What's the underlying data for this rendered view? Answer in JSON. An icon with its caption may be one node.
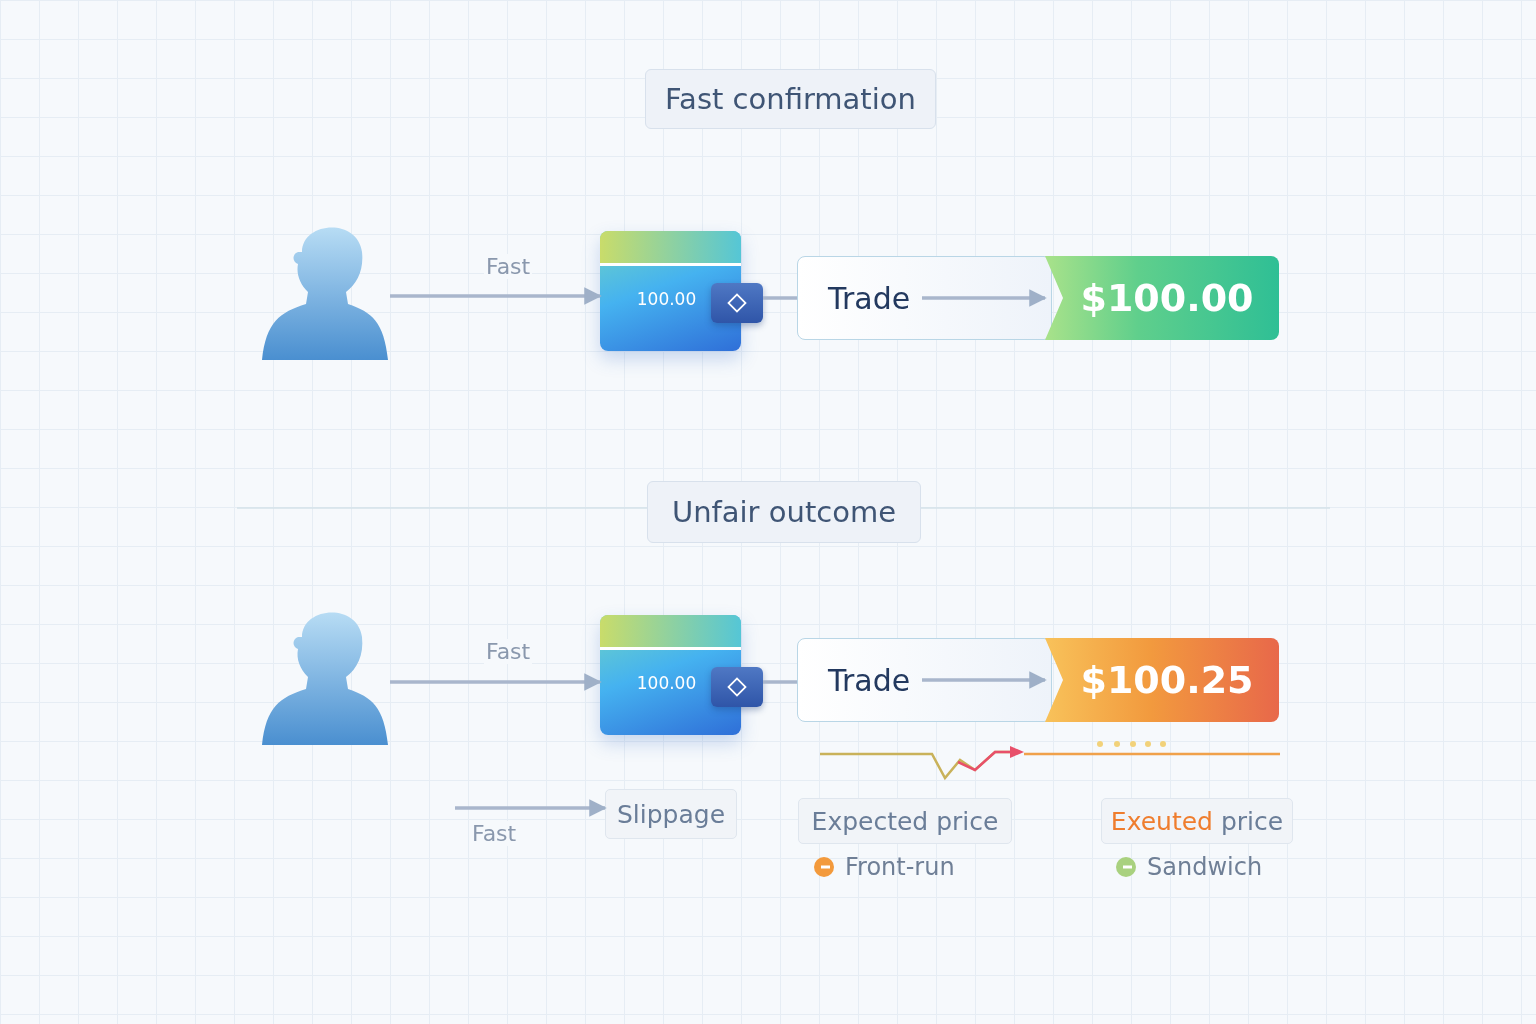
{
  "diagram": {
    "nodes": [
      {
        "text": [
          "Fast confirmation"
        ]
      },
      {
        "text": [],
        "shape": "person"
      },
      {
        "text": [
          "100.00"
        ]
      },
      {
        "text": [
          "Trade"
        ]
      },
      {
        "text": [
          "$100.00"
        ]
      },
      {
        "text": [
          "Unfair outcome"
        ]
      },
      {
        "text": [],
        "shape": "person"
      },
      {
        "text": [
          "100.00"
        ]
      },
      {
        "text": [
          "Trade"
        ]
      },
      {
        "text": [
          "$100.25"
        ]
      },
      {
        "text": [
          "Slippage"
        ]
      },
      {
        "text": [
          "Expected price"
        ]
      },
      {
        "text": [
          "Exeuted price"
        ]
      }
    ],
    "edges": [
      {
        "from": 1,
        "to": 2,
        "arrow": "to",
        "label": "Fast"
      },
      {
        "from": 2,
        "to": 3,
        "arrow": "none"
      },
      {
        "from": 3,
        "to": 4,
        "arrow": "to"
      },
      {
        "from": 6,
        "to": 7,
        "arrow": "to",
        "label": "Fast"
      },
      {
        "from": 7,
        "to": 8,
        "arrow": "none"
      },
      {
        "from": 8,
        "to": 9,
        "arrow": "to"
      },
      {
        "from": null,
        "to": 10,
        "arrow": "to",
        "label": "Fast"
      }
    ],
    "legend": [
      {
        "text": "Front-run",
        "color": "#f39a3c"
      },
      {
        "text": "Sandwich",
        "color": "#a9d17f"
      }
    ]
  }
}
